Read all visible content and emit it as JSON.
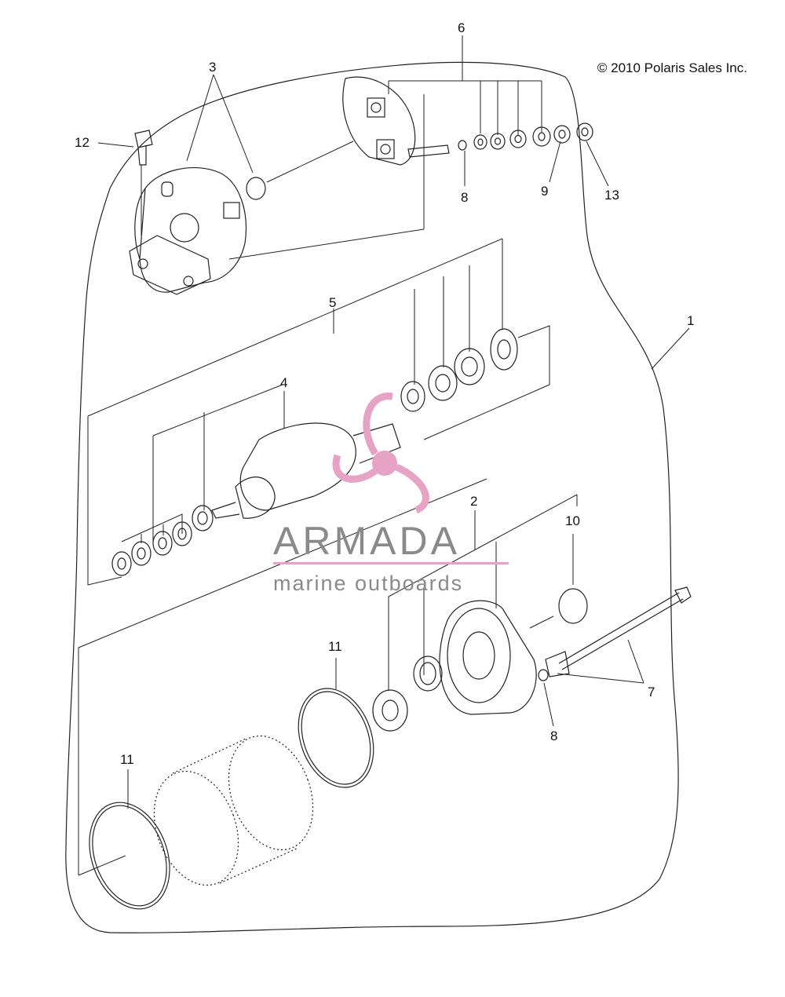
{
  "copyright": "© 2010 Polaris Sales Inc.",
  "watermark": {
    "title": "ARMADA",
    "subtitle": "marine outboards",
    "accent_color": "#e7a3c6",
    "text_color": "#8a8a8a"
  },
  "callouts": [
    {
      "id": "c1",
      "label": "1"
    },
    {
      "id": "c2",
      "label": "2"
    },
    {
      "id": "c3",
      "label": "3"
    },
    {
      "id": "c4",
      "label": "4"
    },
    {
      "id": "c5",
      "label": "5"
    },
    {
      "id": "c6",
      "label": "6"
    },
    {
      "id": "c7",
      "label": "7"
    },
    {
      "id": "c8a",
      "label": "8"
    },
    {
      "id": "c8b",
      "label": "8"
    },
    {
      "id": "c9",
      "label": "9"
    },
    {
      "id": "c10",
      "label": "10"
    },
    {
      "id": "c11a",
      "label": "11"
    },
    {
      "id": "c11b",
      "label": "11"
    },
    {
      "id": "c12",
      "label": "12"
    },
    {
      "id": "c13",
      "label": "13"
    }
  ]
}
